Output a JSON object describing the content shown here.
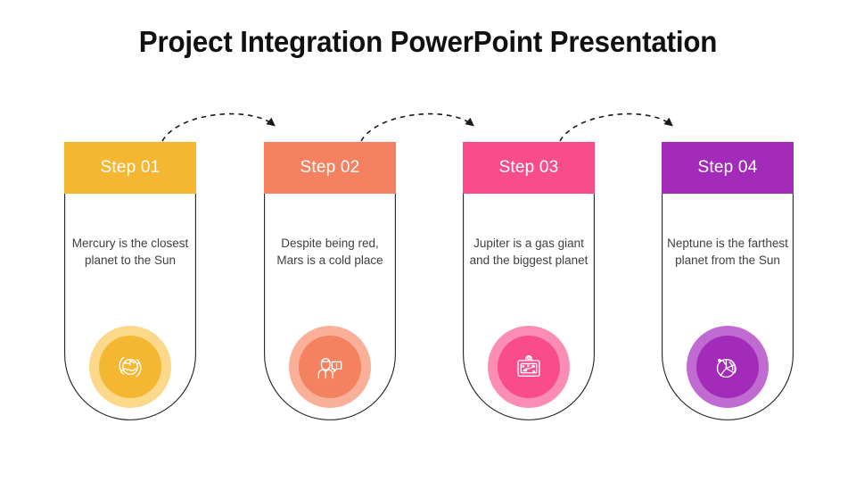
{
  "slide": {
    "title": "Project Integration PowerPoint Presentation",
    "background_color": "#FFFFFF",
    "text_color": "#3F3F3F",
    "outline_color": "#222222"
  },
  "steps": [
    {
      "label": "Step 01",
      "description": "Mercury is the closest planet to the Sun",
      "color": "#F5B731",
      "halo_color": "#FBD88A",
      "icon": "globe-arrows-icon"
    },
    {
      "label": "Step 02",
      "description": "Despite being red, Mars is a cold place",
      "color": "#F4815F",
      "halo_color": "#F9AF98",
      "icon": "person-alert-speech-icon"
    },
    {
      "label": "Step 03",
      "description": "Jupiter is a gas giant and the biggest planet",
      "color": "#F94C8B",
      "halo_color": "#FB8DB5",
      "icon": "strategy-board-icon"
    },
    {
      "label": "Step 04",
      "description": "Neptune is the farthest planet from the Sun",
      "color": "#A22BB9",
      "halo_color": "#C06BD2",
      "icon": "pie-chart-icon"
    }
  ],
  "connectors": [
    {
      "name": "arrow-step1-to-step2"
    },
    {
      "name": "arrow-step2-to-step3"
    },
    {
      "name": "arrow-step3-to-step4"
    }
  ]
}
